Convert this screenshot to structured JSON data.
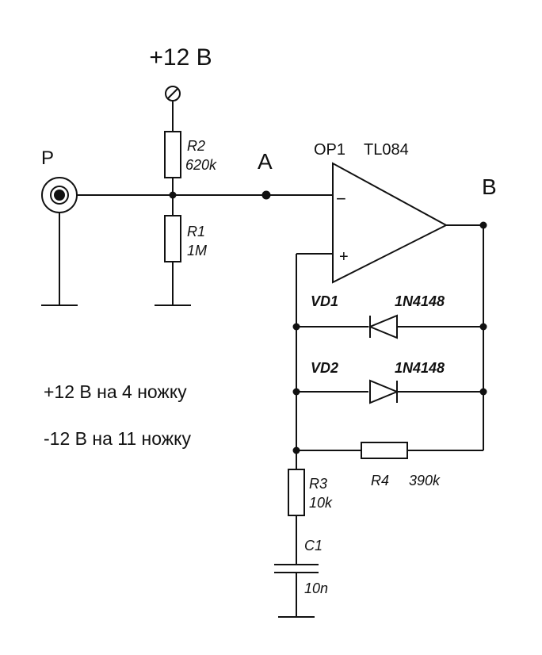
{
  "supply_label": "+12 В",
  "input_label": "P",
  "node_a_label": "A",
  "node_b_label": "B",
  "opamp": {
    "name": "OP1",
    "part": "TL084",
    "minus": "−",
    "plus": "+"
  },
  "r2": {
    "ref": "R2",
    "value": "620k"
  },
  "r1": {
    "ref": "R1",
    "value": "1M"
  },
  "vd1": {
    "ref": "VD1",
    "part": "1N4148"
  },
  "vd2": {
    "ref": "VD2",
    "part": "1N4148"
  },
  "r4": {
    "ref": "R4",
    "value": "390k"
  },
  "r3": {
    "ref": "R3",
    "value": "10k"
  },
  "c1": {
    "ref": "C1",
    "value": "10n"
  },
  "notes": [
    "+12 В на 4 ножку",
    "-12 В на 11 ножку"
  ]
}
